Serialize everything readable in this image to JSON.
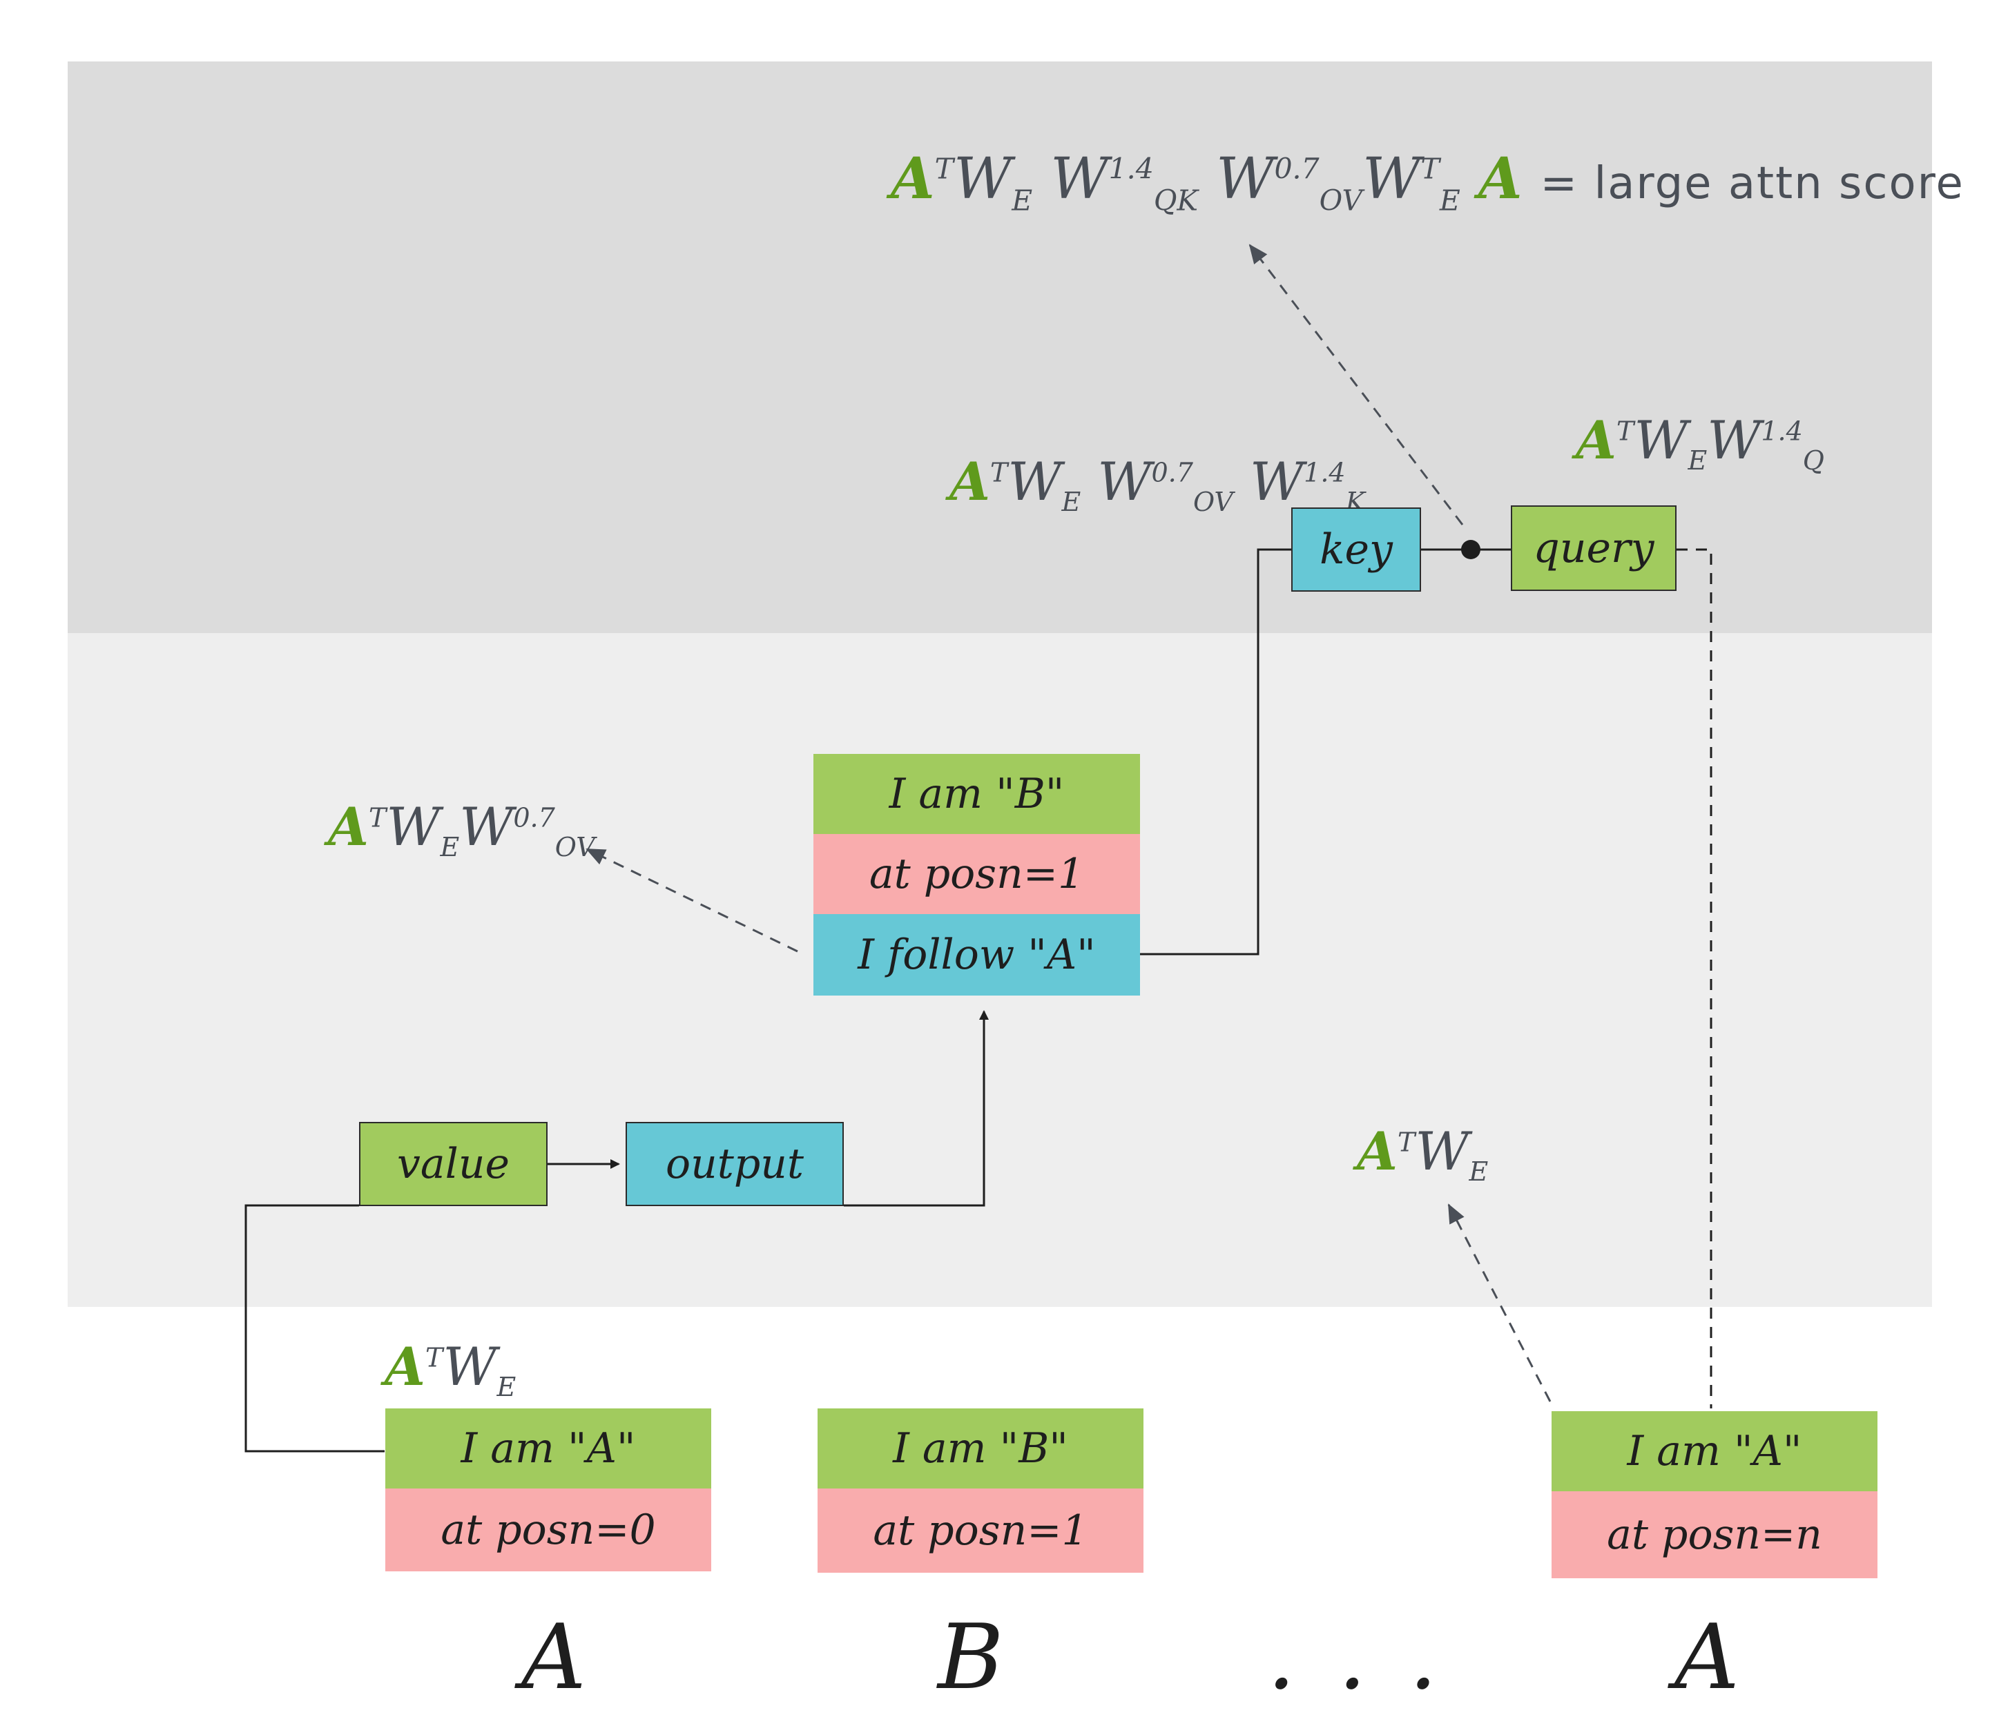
{
  "formulas": {
    "attn_score": {
      "a": "A",
      "t": "T",
      "w1": "W",
      "s1": "E",
      "w2": "W",
      "sup2": "1.4",
      "sub2": "QK",
      "w3": "W",
      "sup3": "0.7",
      "sub3": "OV",
      "w4": "W",
      "sup4": "T",
      "sub4": "E",
      "a2": "A",
      "rhs": "= large attn score"
    },
    "key": {
      "a": "A",
      "t": "T",
      "w1": "W",
      "s1": "E",
      "w2": "W",
      "sup2": "0.7",
      "sub2": "OV",
      "w3": "W",
      "sup3": "1.4",
      "sub3": "K"
    },
    "query": {
      "a": "A",
      "t": "T",
      "w1": "W",
      "s1": "E",
      "w2": "W",
      "sup2": "1.4",
      "sub2": "Q"
    },
    "mid_left": {
      "a": "A",
      "t": "T",
      "w1": "W",
      "s1": "E",
      "w2": "W",
      "sup2": "0.7",
      "sub2": "OV"
    },
    "mid_right": {
      "a": "A",
      "t": "T",
      "w1": "W",
      "s1": "E"
    },
    "token0": {
      "a": "A",
      "t": "T",
      "w1": "W",
      "s1": "E"
    }
  },
  "boxes": {
    "key": "key",
    "query": "query",
    "value": "value",
    "output": "output"
  },
  "residual_mid": {
    "i_am": "I am \"B\"",
    "posn": "at posn=1",
    "follow": "I follow \"A\""
  },
  "tokens": [
    {
      "i_am": "I am \"A\"",
      "posn": "at posn=0"
    },
    {
      "i_am": "I am \"B\"",
      "posn": "at posn=1"
    },
    {
      "i_am": "I am \"A\"",
      "posn": "at posn=n"
    }
  ],
  "bottom_labels": [
    "A",
    "B",
    ". . .",
    "A"
  ],
  "colors": {
    "green": "#a1cb5e",
    "pink": "#f9acad",
    "cyan": "#66c8d6",
    "formula_a": "#5f9a1c",
    "formula_text": "#4a4f57"
  }
}
